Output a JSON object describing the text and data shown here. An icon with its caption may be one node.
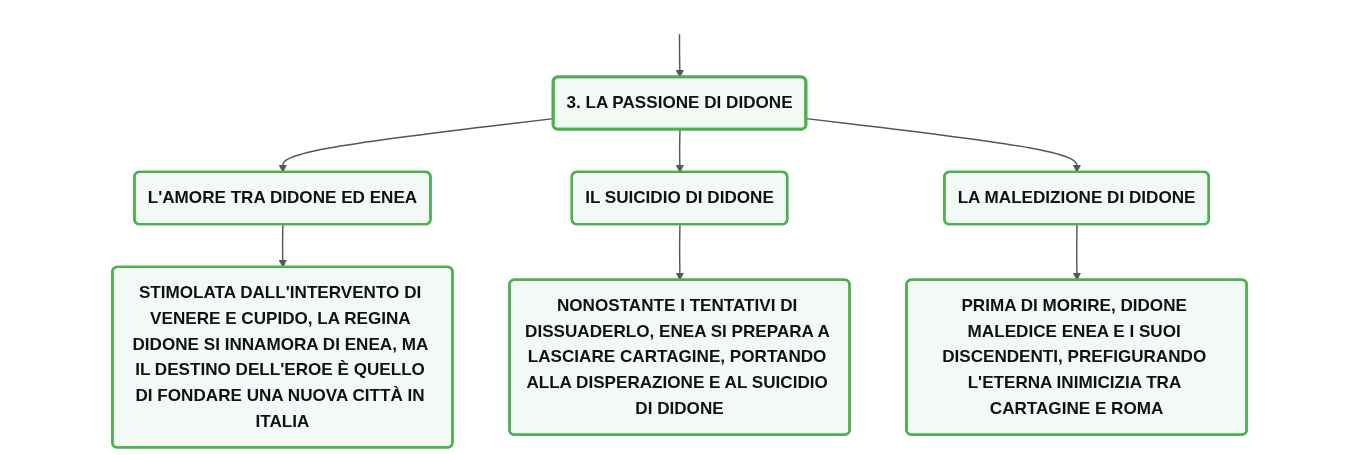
{
  "diagram": {
    "nodes": [
      {
        "text": [
          "3. LA PASSIONE DI DIDONE"
        ]
      },
      {
        "text": [
          "L'AMORE TRA DIDONE ED ENEA"
        ]
      },
      {
        "text": [
          "IL SUICIDIO DI DIDONE"
        ]
      },
      {
        "text": [
          "LA MALEDIZIONE DI DIDONE"
        ]
      },
      {
        "text": [
          "STIMOLATA DALL'INTERVENTO DI VENERE E CUPIDO, LA REGINA DIDONE SI INNAMORA DI ENEA, MA IL DESTINO DELL'EROE È QUELLO DI FONDARE UNA NUOVA CITTÀ IN ITALIA"
        ]
      },
      {
        "text": [
          "NONOSTANTE I TENTATIVI DI DISSUADERLO, ENEA SI PREPARA A LASCIARE CARTAGINE, PORTANDO ALLA DISPERAZIONE E AL SUICIDIO DI DIDONE"
        ]
      },
      {
        "text": [
          "PRIMA DI MORIRE, DIDONE MALEDICE ENEA E I SUOI DISCENDENTI, PREFIGURANDO L'ETERNA INIMICIZIA TRA CARTAGINE E ROMA"
        ]
      }
    ],
    "edges": [
      {
        "from": null,
        "to": 0,
        "arrow": "to"
      },
      {
        "from": 0,
        "to": 1,
        "arrow": "to"
      },
      {
        "from": 0,
        "to": 2,
        "arrow": "to"
      },
      {
        "from": 0,
        "to": 3,
        "arrow": "to"
      },
      {
        "from": 1,
        "to": 4,
        "arrow": "to"
      },
      {
        "from": 2,
        "to": 5,
        "arrow": "to"
      },
      {
        "from": 3,
        "to": 6,
        "arrow": "to"
      }
    ]
  }
}
